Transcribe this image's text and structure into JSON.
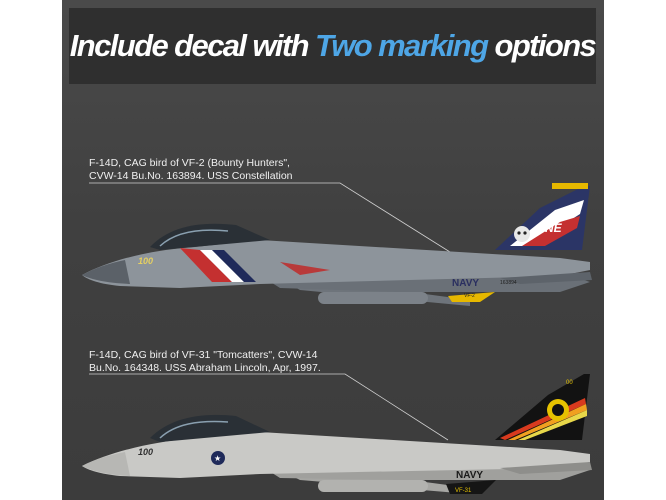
{
  "banner": {
    "text_before": "Include decal with ",
    "highlight": "Two marking",
    "text_after": " options"
  },
  "marking1": {
    "caption_line1": "F-14D, CAG bird of VF-2 (Bounty Hunters\",",
    "caption_line2": "CVW-14 Bu.No. 163894. USS Constellation",
    "nose_number": "100",
    "fuselage_text": "NAVY",
    "fin_text": "NE",
    "buno": "163894",
    "squadron": "VF-2"
  },
  "marking2": {
    "caption_line1": "F-14D, CAG bird of  VF-31 \"Tomcatters\", CVW-14",
    "caption_line2": "Bu.No. 164348. USS Abraham Lincoln, Apr, 1997.",
    "nose_number": "100",
    "fuselage_text": "NAVY",
    "squadron": "VF-31",
    "fin_code": "00"
  },
  "colors": {
    "panel": "#404040",
    "banner_bg": "#2f2f2f",
    "highlight": "#4ea6e6",
    "jet1_body": "#8d949b",
    "jet2_body": "#c9c9c6"
  }
}
